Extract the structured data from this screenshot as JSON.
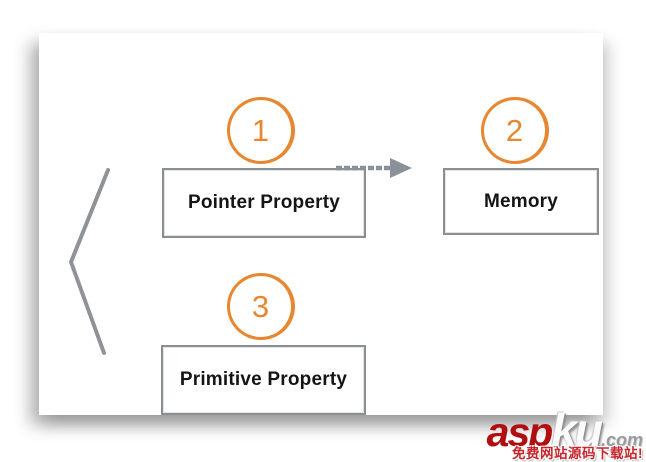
{
  "colors": {
    "accent_orange": "#E8872F",
    "box_border_gray": "#8A8F94",
    "line_gray": "#8D9298",
    "text_black": "#151515",
    "brand_red": "#B10E12",
    "tagline_red": "#C5262B"
  },
  "diagram": {
    "steps": [
      {
        "number": "1",
        "label": "Pointer Property"
      },
      {
        "number": "2",
        "label": "Memory"
      },
      {
        "number": "3",
        "label": "Primitive Property"
      }
    ]
  },
  "watermark": {
    "brand_asp": "asp",
    "brand_ku": "ku",
    "brand_tld": ".com",
    "tagline": "免费网站源码下载站!"
  }
}
